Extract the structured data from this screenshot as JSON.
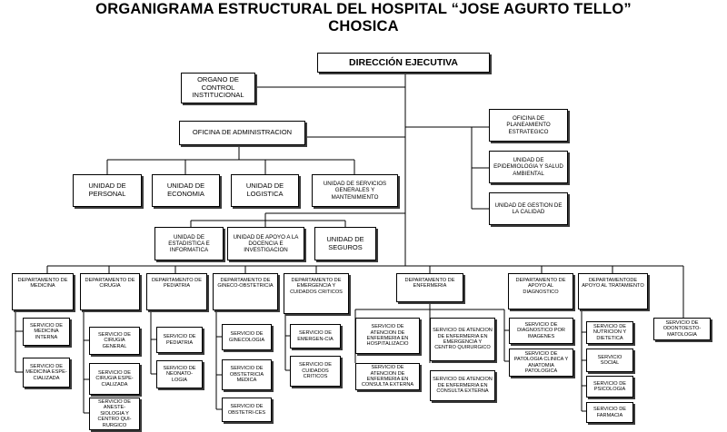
{
  "title": {
    "line1": "ORGANIGRAMA ESTRUCTURAL DEL HOSPITAL “JOSE AGURTO TELLO”",
    "line2": "CHOSICA"
  },
  "executive": {
    "direccion": "DIRECCIÓN EJECUTIVA"
  },
  "control": {
    "organo": "ORGANO DE CONTROL INSTITUCIONAL"
  },
  "administracion": {
    "oficina": "OFICINA DE ADMINISTRACION",
    "units": [
      "UNIDAD DE PERSONAL",
      "UNIDAD DE ECONOMIA",
      "UNIDAD DE LOGISTICA",
      "UNIDAD DE SERVICIOS GENERALES Y MANTENIMIENTO"
    ]
  },
  "advisory": {
    "planeamiento": "OFICINA DE PLANEAMIENTO ESTRATEGICO",
    "epidemiologia": "UNIDAD DE EPIDEMIOLOGIA Y SALUD AMBIENTAL",
    "calidad": "UNIDAD DE GESTION DE LA CALIDAD"
  },
  "support_units": {
    "estadistica": "UNIDAD DE ESTADISTICA E INFORMATICA",
    "docencia": "UNIDAD DE APOYO A LA DOCENCIA E INVESTIGACION",
    "seguros": "UNIDAD DE SEGUROS"
  },
  "departments": {
    "medicina": {
      "name": "DEPARTAMENTO DE MEDICINA",
      "services": [
        "SERVICIO DE MEDICINA INTERNA",
        "SERVICIO DE MEDICINA ESPE-CIALIZADA"
      ]
    },
    "cirugia": {
      "name": "DEPARTAMENTO DE CIRUGIA",
      "services": [
        "SERVICIO DE CIRUGIA GENERAL",
        "SERVICIO DE CIRUGIA ESPE-CIALIZADA",
        "SERVICIO DE ANESTE-SIOLOGIA Y CENTRO QUI-RURGICO"
      ]
    },
    "pediatria": {
      "name": "DEPARTAMENTO DE PEDIATRIA",
      "services": [
        "SERVICIO DE PEDIATRIA",
        "SERVICIO DE NEONATO-LOGIA"
      ]
    },
    "gineco": {
      "name": "DEPARTAMENTO DE GINECO-OBSTETRICIA",
      "services": [
        "SERVICIO DE GINECOLOGIA",
        "SERVICIO DE OBSTETRICIA MEDICA",
        "SERVICIO DE OBSTETRI-CES"
      ]
    },
    "emergencia": {
      "name": "DEPARTAMENTO DE EMERGENCIA Y CUIDADOS CRITICOS",
      "services": [
        "SERVICIO DE EMERGEN-CIA",
        "SERVICIO DE CUIDADOS CRITICOS"
      ]
    },
    "enfermeria": {
      "name": "DEPARTAMENTO DE ENFERMERIA",
      "services": [
        "SERVICIO DE ATENCION DE ENFERMERIA EN HOSPITALIZACIO",
        "SERVICIO DE ATENCION DE ENFERMERIA EN CONSULTA EXTERNA",
        "SERVICIO DE ATENCION DE ENFERMERIA EN EMERGENCIA Y CENTRO QUIRURGICO",
        "SERVICIO DE ATENCION DE ENFERMERIA EN CONSULTA EXTERNA"
      ]
    },
    "diagnostico": {
      "name": "DEPARTAMENTO DE APOYO AL DIAGNOSTICO",
      "services": [
        "SERVICIO DE DIAGNOSTICO POR IMAGENES",
        "SERVICIO DE PATOLOGIA CLINICA Y ANATOMIA PATOLOGICA"
      ]
    },
    "tratamiento": {
      "name": "DEPARTAMENTODE APOYO AL TRATAMIENTO",
      "services": [
        "SERVICIO DE NUTRICION Y DIETETICA",
        "SERVICIO SOCIAL",
        "SERVICIO DE PSICOLOGIA",
        "SERVICIO DE FARMACIA"
      ]
    },
    "odontoestomatologia": {
      "service": "SERVICIO DE ODONTOESTO-MATOLOGIA"
    }
  }
}
